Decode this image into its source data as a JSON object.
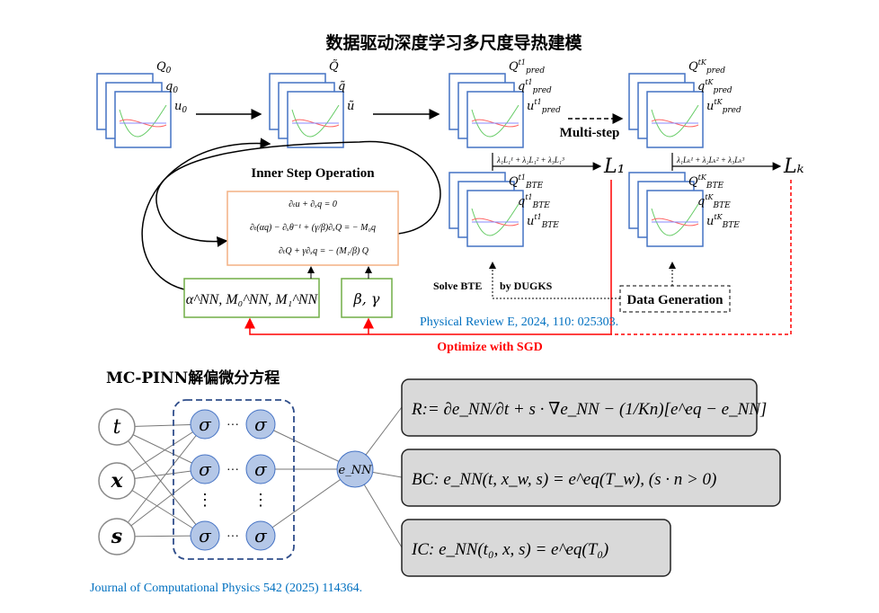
{
  "title": "数据驱动深度学习多尺度导热建模",
  "stacks": [
    {
      "labels": [
        {
          "base": "Q",
          "sub": "0",
          "sup": ""
        },
        {
          "base": "q",
          "sub": "0",
          "sup": ""
        },
        {
          "base": "u",
          "sub": "0",
          "sup": ""
        }
      ]
    },
    {
      "labels": [
        {
          "base": "Q̃",
          "sub": "",
          "sup": ""
        },
        {
          "base": "q̃",
          "sub": "",
          "sup": ""
        },
        {
          "base": "ũ",
          "sub": "",
          "sup": ""
        }
      ]
    },
    {
      "labels": [
        {
          "base": "Q",
          "sub": "pred",
          "sup": "t1"
        },
        {
          "base": "q",
          "sub": "pred",
          "sup": "t1"
        },
        {
          "base": "u",
          "sub": "pred",
          "sup": "t1"
        }
      ]
    },
    {
      "labels": [
        {
          "base": "Q",
          "sub": "pred",
          "sup": "tK"
        },
        {
          "base": "q",
          "sub": "pred",
          "sup": "tK"
        },
        {
          "base": "u",
          "sub": "pred",
          "sup": "tK"
        }
      ]
    },
    {
      "labels": [
        {
          "base": "Q",
          "sub": "BTE",
          "sup": "t1"
        },
        {
          "base": "q",
          "sub": "BTE",
          "sup": "t1"
        },
        {
          "base": "u",
          "sub": "BTE",
          "sup": "t1"
        }
      ]
    },
    {
      "labels": [
        {
          "base": "Q",
          "sub": "BTE",
          "sup": "tK"
        },
        {
          "base": "q",
          "sub": "BTE",
          "sup": "tK"
        },
        {
          "base": "u",
          "sub": "BTE",
          "sup": "tK"
        }
      ]
    }
  ],
  "multi_step": "Multi-step",
  "loss1": {
    "expr": "λ₁L₁¹ + λ₂L₁² + λ₃L₁³",
    "label": "L₁"
  },
  "lossK": {
    "expr": "λ₁Lₖ¹ + λ₂Lₖ² + λ₃Lₖ³",
    "label": "Lₖ"
  },
  "inner_step": "Inner Step Operation",
  "equations": [
    "∂ₜu + ∂ₓq = 0",
    "∂ₜ(αq) − ∂ₓθ⁻¹ + (γ/β)∂ₓQ = − M₀q",
    "∂ₜQ + γ∂ₓq = − (M₁/β) Q"
  ],
  "nn_params": "α^NN, M₀^NN, M₁^NN",
  "phys_params": "β, γ",
  "solve_bte": "Solve BTE",
  "by_dugks": "by DUGKS",
  "data_generation": "Data Generation",
  "citation1": "Physical Review E, 2024, 110: 025303.",
  "optimize": "Optimize with SGD",
  "section2_title": "MC-PINN解偏微分方程",
  "inputs": [
    "t",
    "x",
    "s"
  ],
  "hidden": "σ",
  "dots": "···",
  "vdots": "⋮",
  "output": "e_NN",
  "boxes": [
    "R:= ∂e_NN/∂t + s · ∇e_NN − (1/Kn)[e^eq − e_NN]",
    "BC: e_NN(t, x_w, s) = e^eq(T_w), (s · n > 0)",
    "IC: e_NN(t₀, x, s) = e^eq(T₀)"
  ],
  "citation2": "Journal of Computational Physics 542 (2025) 114364.",
  "colors": {
    "link": "#0070c0",
    "red": "#ff0000",
    "frame": "#4472c4",
    "orange": "#f4b183",
    "green": "#70ad47",
    "node": "#b4c7e7",
    "navy": "#2f4d8a",
    "box": "#d9d9d9"
  }
}
